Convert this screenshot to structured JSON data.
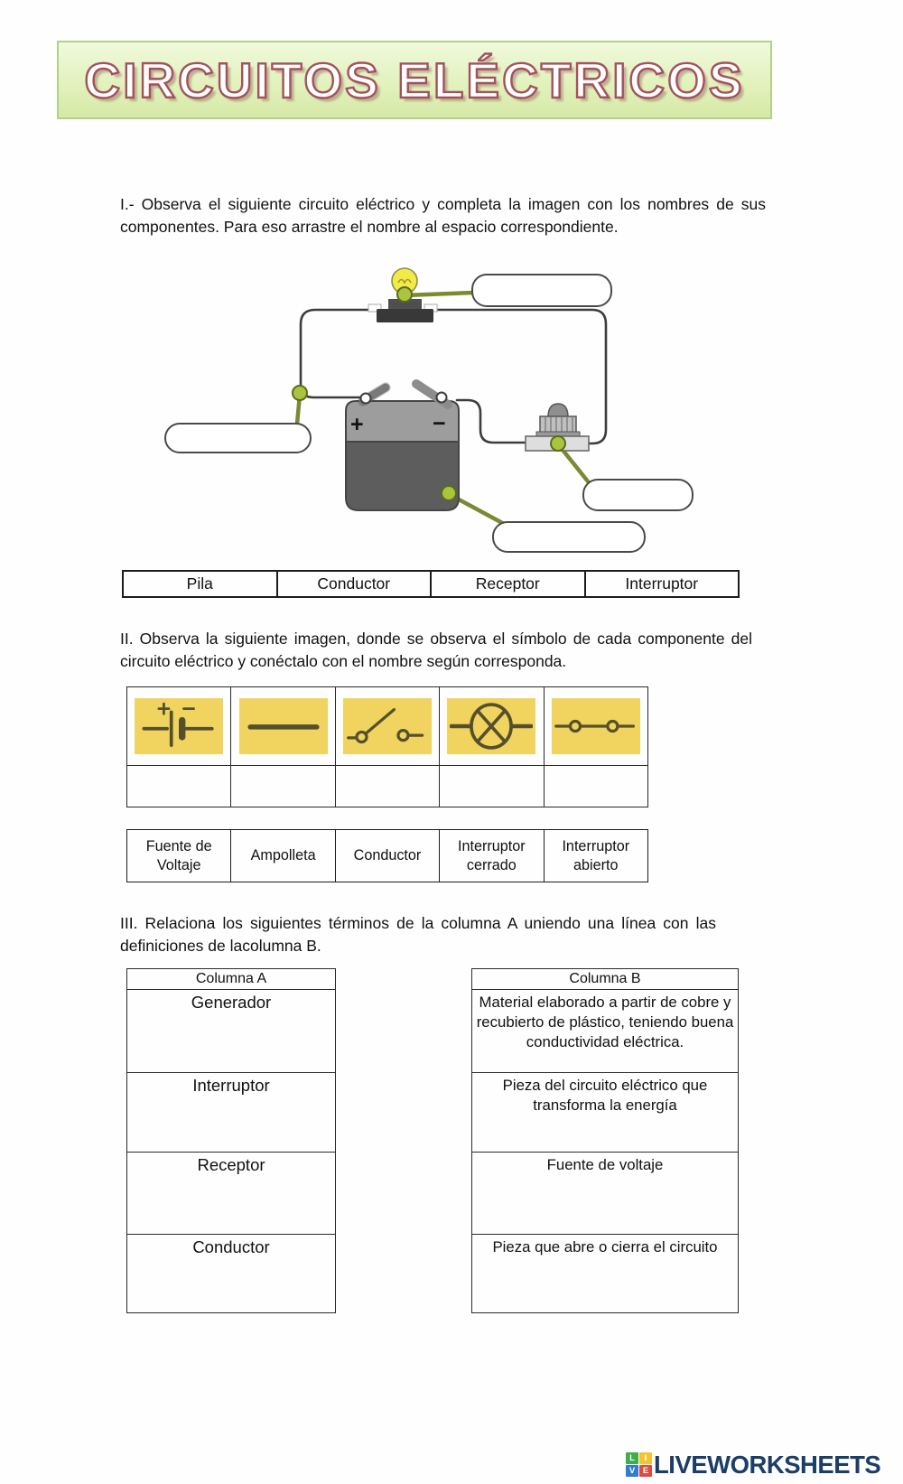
{
  "banner": {
    "title": "CIRCUITOS ELÉCTRICOS",
    "bg_color": "#e2f2bd",
    "border_color": "#b3d089",
    "text_color": "#ffffff",
    "outline_color": "#a2525c"
  },
  "sections": {
    "s1": {
      "instructions": "I.- Observa el siguiente circuito eléctrico y completa la imagen con los nombres de sus componentes. Para eso arrastre el nombre al espacio correspondiente."
    },
    "s2": {
      "instructions": "II. Observa la siguiente imagen, donde se observa el símbolo de cada componente del circuito eléctrico y conéctalo con el nombre según corresponda."
    },
    "s3": {
      "instructions": "III. Relaciona los siguientes términos de la columna A uniendo una línea con las definiciones de lacolumna B."
    }
  },
  "circuit": {
    "battery_plus": "+",
    "battery_minus": "−",
    "drop_target_count": 4,
    "wire_color": "#3d3d3d",
    "connector_line_color": "#7a8a33",
    "connector_dot_fill": "#a9c43d",
    "connector_dot_stroke": "#5c6b1c",
    "bulb_color": "#f2ea49",
    "battery_top_color": "#9d9d9d",
    "battery_body_color": "#5d5d5d",
    "button_base_color": "#dedede"
  },
  "wordbank": {
    "items": [
      "Pila",
      "Conductor",
      "Receptor",
      "Interruptor"
    ]
  },
  "symbols": {
    "tile_bg": "#f1d35f",
    "symbol_stroke": "#55502c",
    "icons": [
      "battery-symbol",
      "wire-symbol",
      "open-switch-symbol",
      "lamp-symbol",
      "closed-switch-symbol"
    ],
    "labels": [
      "Fuente de Voltaje",
      "Ampolleta",
      "Conductor",
      "Interruptor cerrado",
      "Interruptor abierto"
    ]
  },
  "match": {
    "colA": {
      "header": "Columna A",
      "items": [
        "Generador",
        "Interruptor",
        "Receptor",
        "Conductor"
      ]
    },
    "colB": {
      "header": "Columna B",
      "items": [
        "Material elaborado a partir de cobre y recubierto de plástico, teniendo buena conductividad eléctrica.",
        "Pieza del circuito eléctrico que transforma la energía",
        "Fuente de voltaje",
        "Pieza que abre o cierra el circuito"
      ]
    }
  },
  "footer": {
    "brand": "LIVEWORKSHEETS",
    "brand_color": "#1c3e66",
    "icon_letters": [
      "L",
      "I",
      "V",
      "E"
    ],
    "icon_colors": [
      "#3fae49",
      "#f2c431",
      "#2f7dd1",
      "#e04b3f"
    ]
  }
}
